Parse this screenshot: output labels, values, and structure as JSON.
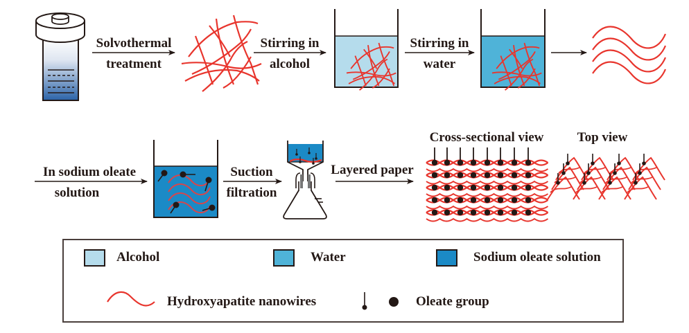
{
  "diagram": {
    "title": "Preparation of layered hydroxyapatite nanowire paper",
    "steps": [
      {
        "id": "solvothermal",
        "line1": "Solvothermal",
        "line2": "treatment"
      },
      {
        "id": "stir-alcohol",
        "line1": "Stirring in",
        "line2": "alcohol"
      },
      {
        "id": "stir-water",
        "line1": "Stirring in",
        "line2": "water"
      },
      {
        "id": "align",
        "line1": "",
        "line2": ""
      },
      {
        "id": "sodium-oleate",
        "line1": "In sodium oleate",
        "line2": "solution"
      },
      {
        "id": "suction",
        "line1": "Suction",
        "line2": "filtration"
      },
      {
        "id": "layered",
        "line1": "Layered paper",
        "line2": ""
      }
    ],
    "views": {
      "cross_section": "Cross-sectional view",
      "top": "Top view"
    }
  },
  "colors": {
    "alcohol": "#b5dcec",
    "water": "#4fb3d8",
    "sodium_oleate": "#1b8ac6",
    "nanowire": "#e8352d",
    "ink": "#231815"
  },
  "legend": {
    "items": [
      {
        "label": "Alcohol",
        "kind": "swatch",
        "color": "#b5dcec"
      },
      {
        "label": "Water",
        "kind": "swatch",
        "color": "#4fb3d8"
      },
      {
        "label": "Sodium oleate solution",
        "kind": "swatch",
        "color": "#1b8ac6"
      },
      {
        "label": "Hydroxyapatite nanowires",
        "kind": "wave-icon"
      },
      {
        "label": "Oleate group",
        "kind": "oleate-icon"
      }
    ]
  }
}
